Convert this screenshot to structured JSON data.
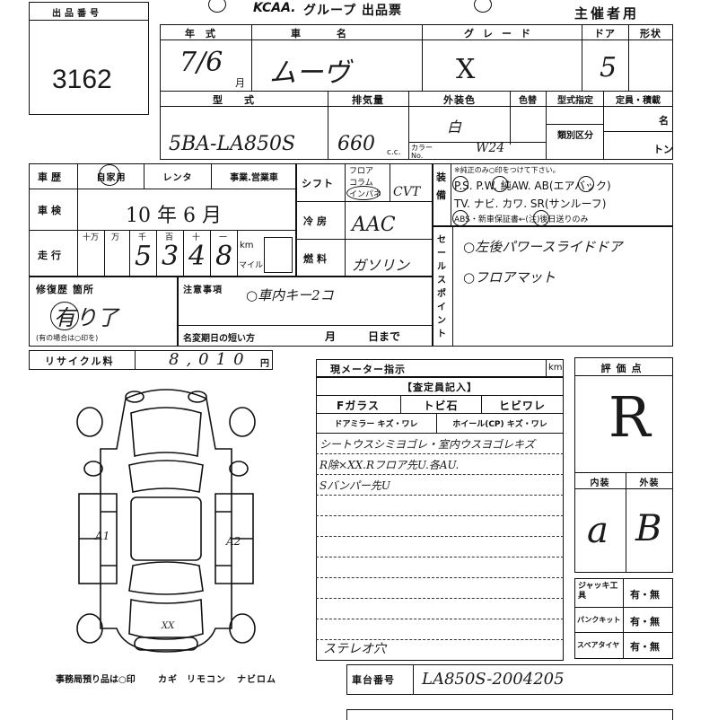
{
  "header": {
    "lot_label": "出品番号",
    "lot_number": "3162",
    "group_title": "グループ 出品票",
    "group_logo": "KCAA.",
    "organizer": "主催者用"
  },
  "row1": {
    "year_label": "年式",
    "year_value": "7/6",
    "year_unit": "月",
    "car_label": "車名",
    "car_value": "ムーヴ",
    "grade_label": "グレード",
    "grade_value": "X",
    "door_label": "ドア",
    "door_value": "5",
    "shape_label": "形状"
  },
  "row2": {
    "model_label": "型式",
    "model_value": "5BA-LA850S",
    "displacement_label": "排気量",
    "displacement_value": "660",
    "displacement_unit": "c.c.",
    "exterior_label": "外装色",
    "exterior_value": "白",
    "color_no_label": "カラーNo.",
    "color_no_value": "W24",
    "color_change_label": "色替",
    "model_spec_label": "型式指定",
    "classification_label": "類別区分",
    "capacity_label": "定員・積載",
    "capacity_unit_people": "名",
    "capacity_unit_ton": "トン"
  },
  "history": {
    "label": "車歴",
    "options": [
      "自家用",
      "レンタ",
      "事業.営業車"
    ]
  },
  "inspection": {
    "label": "車検",
    "value": "10 年 6 月"
  },
  "mileage": {
    "label": "走行",
    "digit_labels": [
      "十万",
      "万",
      "千",
      "百",
      "十",
      "一"
    ],
    "digits": [
      "",
      "",
      "5",
      "3",
      "4",
      "8"
    ],
    "unit_km": "km",
    "unit_mile": "マイル"
  },
  "shift": {
    "label": "シフト",
    "options": [
      "フロア",
      "コラム",
      "インパネ"
    ],
    "value": "CVT"
  },
  "ac": {
    "label": "冷房",
    "value": "AAC"
  },
  "fuel": {
    "label": "燃料",
    "value": "ガソリン"
  },
  "equipment": {
    "label": "装備",
    "note": "※純正のみ○印をつけて下さい。",
    "line1": "P.S. P.W. 純AW. AB(エアバック)",
    "line2": "TV. ナビ. カワ. SR(サンルーフ)",
    "line3": "ABS・新車保証書←(注)後日送りのみ"
  },
  "sales_points": {
    "label": "セールスポイント",
    "items": [
      "○左後パワースライドドア",
      "○フロアマット"
    ]
  },
  "repair": {
    "label": "修復歴 箇所",
    "value": "有り了",
    "note": "(有の場合は○印を)"
  },
  "notes": {
    "label": "注意事項",
    "value": "○車内キー2コ",
    "name_change_label": "名変期日の短い方",
    "month_label": "月",
    "day_label": "日まで"
  },
  "recycle": {
    "label": "リサイクル料",
    "value": "8,010",
    "unit": "円"
  },
  "meter": {
    "label": "現メーター指示",
    "unit": "km"
  },
  "inspector": {
    "title": "【査定員記入】",
    "headers": [
      "Fガラス",
      "トビ石",
      "ヒビワレ"
    ],
    "subheaders": [
      "ドアミラー キズ・ワレ",
      "ホイール(CP) キズ・ワレ"
    ],
    "lines": [
      "シートウスシミヨゴレ・室内ウスヨゴレキズ",
      "R除×XX.Rフロア先U.各AU.",
      "Sバンパー先U",
      "",
      "",
      "",
      "",
      "",
      "",
      "",
      "ステレオ穴"
    ]
  },
  "rating": {
    "label": "評価点",
    "value": "R",
    "interior_label": "内装",
    "interior_value": "a",
    "exterior_label": "外装",
    "exterior_value": "B"
  },
  "tools": {
    "jack_label": "ジャッキ工具",
    "puncture_label": "パンクキット",
    "spare_label": "スペアタイヤ",
    "choice": "有・無"
  },
  "diagram": {
    "mark_a1_left": "A1",
    "mark_a2_right": "A2",
    "mark_rear": "XX"
  },
  "footer": {
    "office_note": "事務局預り品は○印",
    "items": [
      "カギ",
      "リモコン",
      "ナビロム"
    ]
  },
  "chassis": {
    "label": "車台番号",
    "value": "LA850S-2004205"
  }
}
